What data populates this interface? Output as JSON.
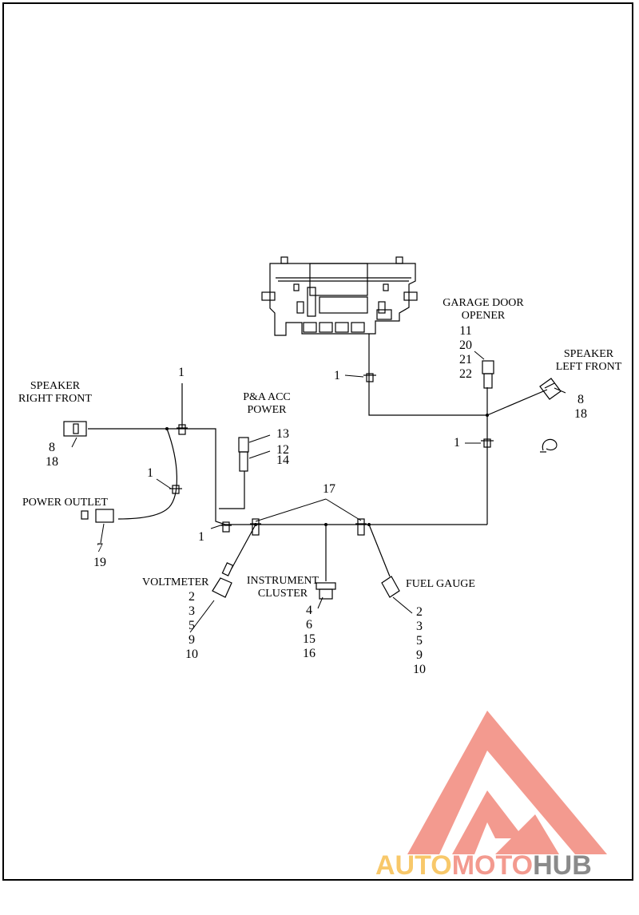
{
  "labels": {
    "garage_door_opener": "GARAGE DOOR\nOPENER",
    "speaker_left_front": "SPEAKER\nLEFT FRONT",
    "speaker_right_front": "SPEAKER\nRIGHT FRONT",
    "pa_acc_power": "P&A ACC\nPOWER",
    "power_outlet": "POWER OUTLET",
    "voltmeter": "VOLTMETER",
    "instrument_cluster": "INSTRUMENT\nCLUSTER",
    "fuel_gauge": "FUEL GAUGE"
  },
  "callouts": {
    "garage_nums": [
      "11",
      "20",
      "21",
      "22"
    ],
    "speaker_left_nums": [
      "8",
      "18"
    ],
    "speaker_right_nums": [
      "8",
      "18"
    ],
    "pa_nums": [
      "13",
      "12",
      "14"
    ],
    "outlet_nums": [
      "7",
      "19"
    ],
    "voltmeter_nums": [
      "2",
      "3",
      "5",
      "9",
      "10"
    ],
    "cluster_nums": [
      "4",
      "6",
      "15",
      "16"
    ],
    "fuel_nums": [
      "2",
      "3",
      "5",
      "9",
      "10"
    ],
    "clip": "1",
    "harness": "17"
  },
  "watermark": {
    "part1": "AUTO",
    "part2": "MOTO",
    "part3": "HUB",
    "colors": {
      "auto": "#f8c86a",
      "moto": "#f39a8f",
      "hub": "#8a8a8a",
      "triangle": "#f39a8f"
    }
  }
}
